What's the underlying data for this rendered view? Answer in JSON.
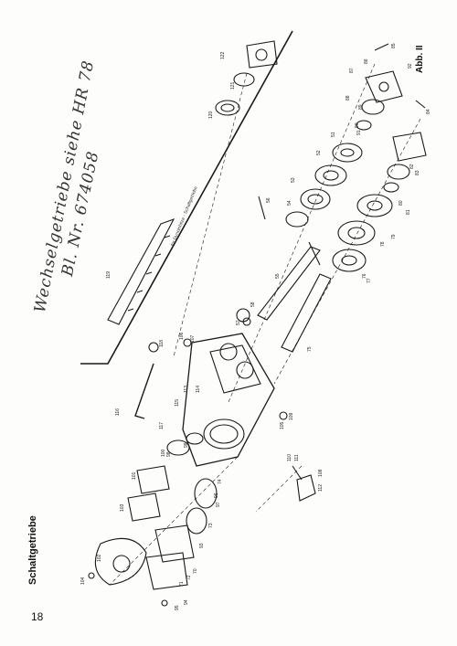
{
  "page": {
    "title": "Schaltgetriebe",
    "figure_label": "Abb. II",
    "page_number": "18",
    "note": "für Dyneinhitze - Schaltgetriebe",
    "handwriting": {
      "line1": "Wechselgetriebe siehe HR 78",
      "line2": "Bl. Nr. 674058"
    }
  },
  "callouts": [
    "122",
    "121",
    "120",
    "119",
    "118",
    "116",
    "117",
    "115",
    "113",
    "114",
    "112",
    "111",
    "110",
    "109",
    "108",
    "107",
    "106",
    "105",
    "104",
    "103",
    "102",
    "101",
    "100",
    "99",
    "98",
    "97",
    "96",
    "95",
    "94",
    "93",
    "92",
    "91",
    "90",
    "89",
    "88",
    "87",
    "86",
    "85",
    "84",
    "83",
    "82",
    "81",
    "80",
    "79",
    "78",
    "77",
    "76",
    "75",
    "74",
    "73",
    "72",
    "71",
    "70",
    "58",
    "57",
    "56",
    "55",
    "54",
    "53",
    "52",
    "51"
  ],
  "palette": {
    "ink": "#1a1a1a",
    "paper": "#fdfdfc"
  }
}
